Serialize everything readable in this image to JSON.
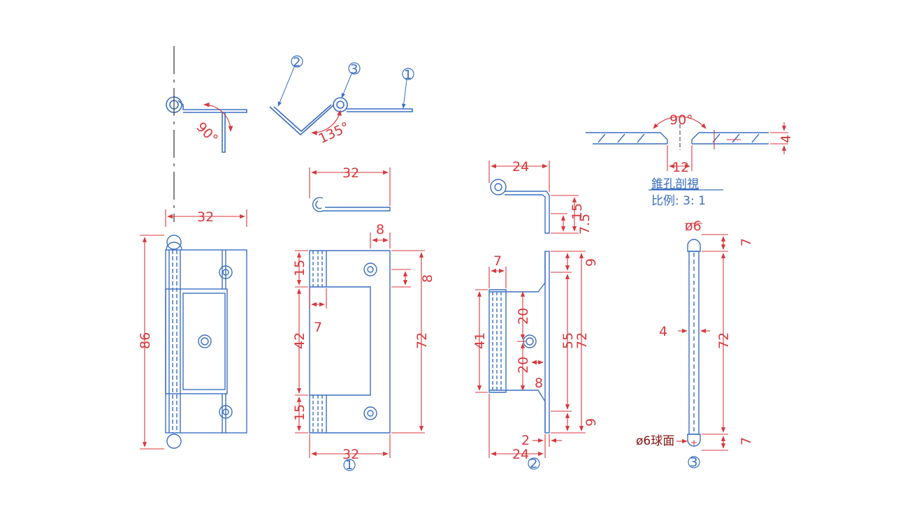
{
  "colors": {
    "part": "#3b6fc2",
    "dimension": "#d8383c",
    "center": "#333333",
    "text_red": "#d8383c",
    "text_blue": "#3b6fc2",
    "callout": "#8a0f0f"
  },
  "callouts": {
    "top_1": "1",
    "top_2": "2",
    "top_3": "3",
    "bottom_1": "1",
    "bottom_2": "2",
    "bottom_3": "3"
  },
  "dims": {
    "angle_90_left": "90°",
    "angle_135": "135°",
    "w_32_left": "32",
    "h_86": "86",
    "w_32_plan": "32",
    "w_8": "8",
    "h_8": "8",
    "h_72_mid": "72",
    "h_15_top": "15",
    "h_42": "42",
    "h_15_bot": "15",
    "w_7_mid": "7",
    "w_32_bottom": "32",
    "w_24_top": "24",
    "h_15_side": "15",
    "h_7_5": "7.5",
    "w_7_side": "7",
    "h_41": "41",
    "h_20_top": "20",
    "h_20_bot": "20",
    "w_8_side": "8",
    "h_55": "55",
    "h_72_side": "72",
    "h_9_top": "9",
    "h_9_bot": "9",
    "w_2": "2",
    "w_24_bottom": "24",
    "angle_90_section": "90°",
    "w_12": "12",
    "h_4_section": "4",
    "dia_6_top": "ø6",
    "h_7_pin_top": "7",
    "w_4_pin": "4",
    "h_72_pin": "72",
    "h_7_pin_bot": "7",
    "dia_6_sphere": "ø6球面"
  },
  "section_title": "錐孔剖視",
  "scale_label": "比例:  3: 1"
}
